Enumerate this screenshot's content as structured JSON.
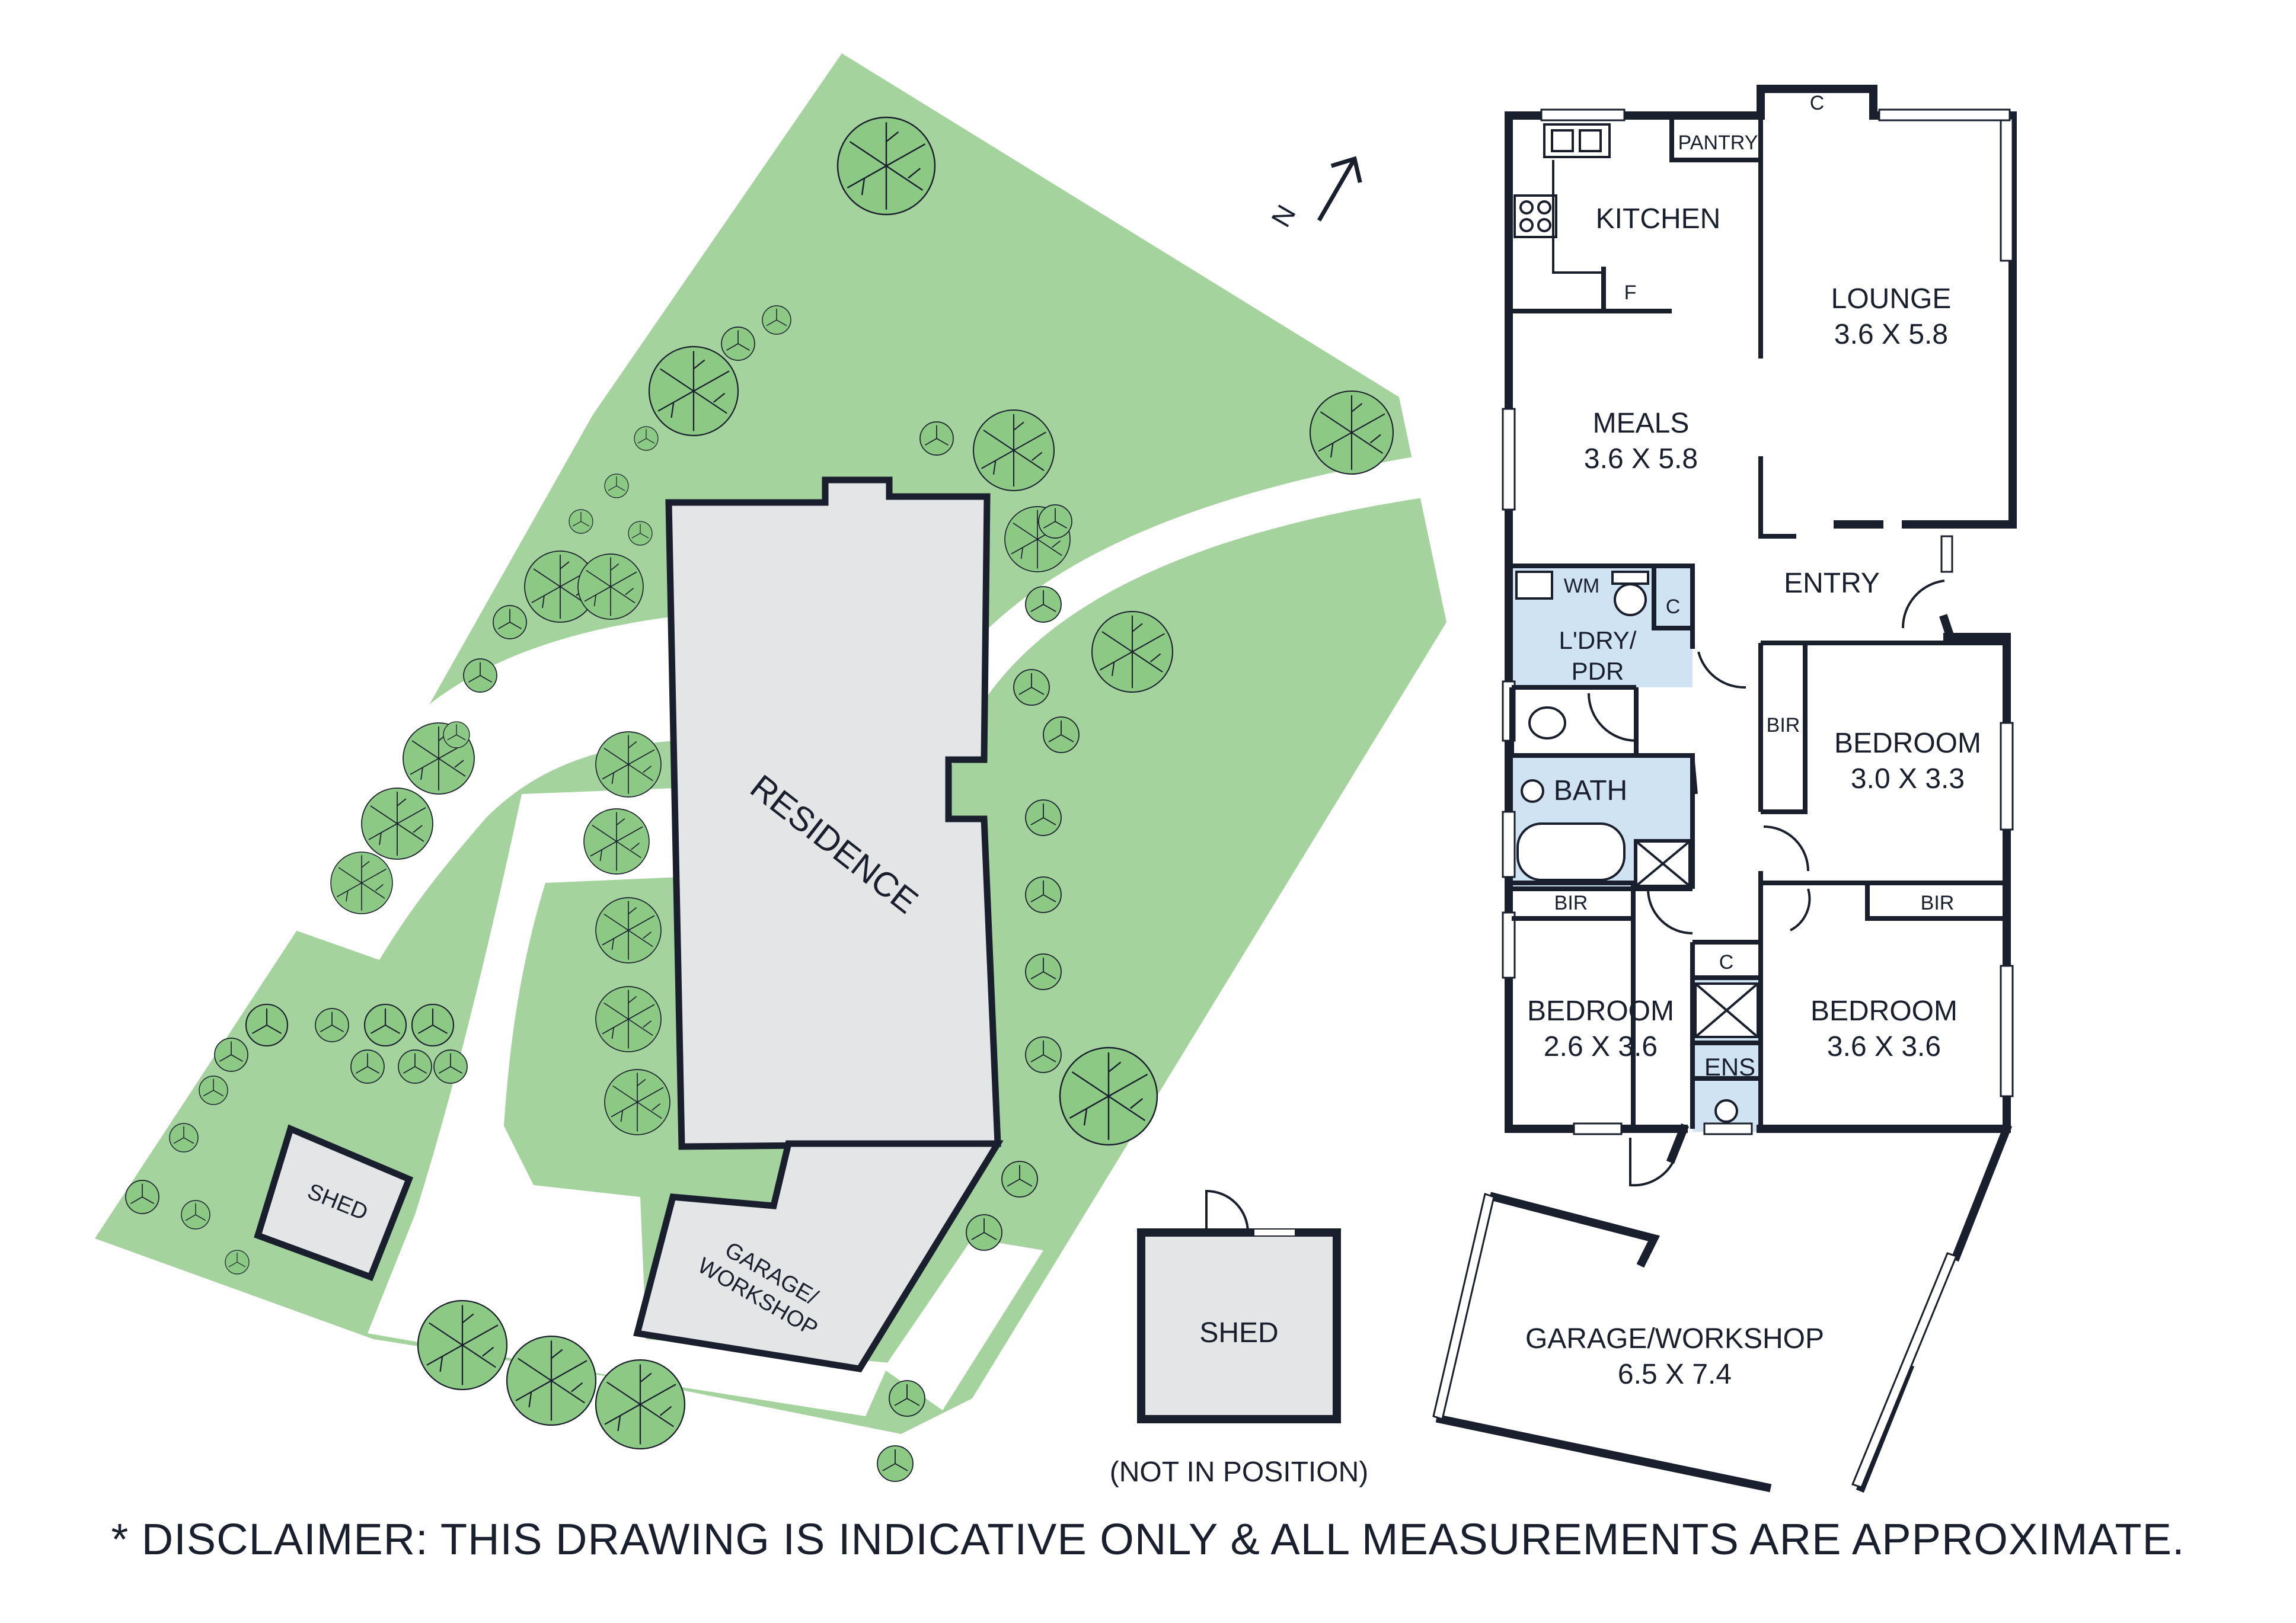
{
  "colors": {
    "lawn": "#a5d39e",
    "tree": "#8cc985",
    "building": "#e4e5e7",
    "wall": "#1a1f2e",
    "wet_area": "#cfe3f2",
    "paving": "#ffffff"
  },
  "site": {
    "residence": "RESIDENCE",
    "garage": "GARAGE/\nWORKSHOP",
    "shed": "SHED",
    "north_label": "N"
  },
  "shed_detail": {
    "label": "SHED",
    "note": "(NOT IN POSITION)"
  },
  "floor_plan": {
    "rooms": [
      {
        "id": "kitchen",
        "name": "KITCHEN",
        "size": ""
      },
      {
        "id": "pantry",
        "name": "PANTRY",
        "size": ""
      },
      {
        "id": "lounge",
        "name": "LOUNGE",
        "size": "3.6 X 5.8"
      },
      {
        "id": "meals",
        "name": "MEALS",
        "size": "3.6 X 5.8"
      },
      {
        "id": "entry",
        "name": "ENTRY",
        "size": ""
      },
      {
        "id": "laundry",
        "name": "L'DRY/\nPDR",
        "size": ""
      },
      {
        "id": "bath",
        "name": "BATH",
        "size": ""
      },
      {
        "id": "bed1",
        "name": "BEDROOM",
        "size": "3.0 X 3.3"
      },
      {
        "id": "bed2",
        "name": "BEDROOM",
        "size": "2.6 X 3.6"
      },
      {
        "id": "bed3",
        "name": "BEDROOM",
        "size": "3.6 X 3.6"
      },
      {
        "id": "ens",
        "name": "ENS",
        "size": ""
      },
      {
        "id": "garage",
        "name": "GARAGE/WORKSHOP",
        "size": "6.5 X 7.4"
      }
    ],
    "small_labels": {
      "wm": "WM",
      "fridge": "F",
      "cupboard": "C",
      "bir": "BIR"
    }
  },
  "disclaimer": "* DISCLAIMER: THIS DRAWING IS INDICATIVE ONLY & ALL MEASUREMENTS ARE APPROXIMATE."
}
